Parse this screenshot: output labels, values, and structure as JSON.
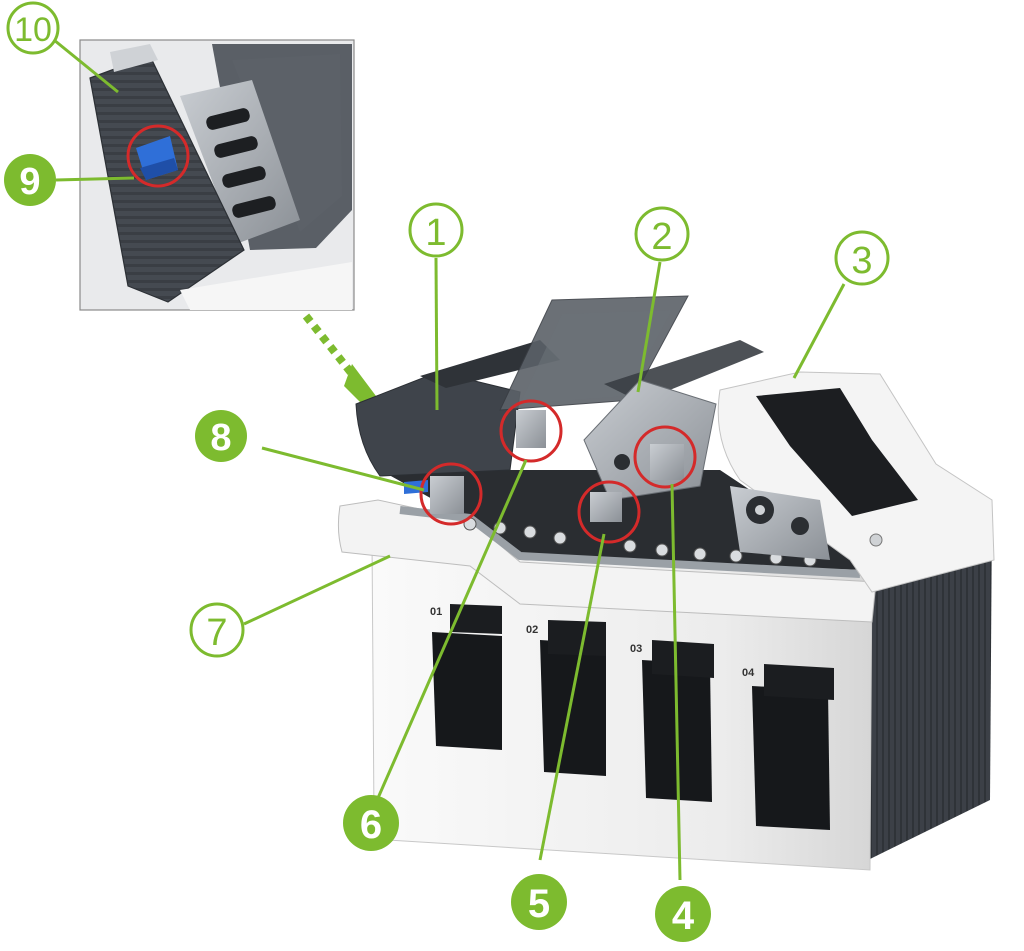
{
  "colors": {
    "accent_green": "#7dbb2f",
    "callout_red": "#d42a2a",
    "body_white": "#f4f4f4",
    "panel_dark": "#3f444b",
    "blue_lever": "#2f6fd8"
  },
  "diagram": {
    "bins": [
      {
        "label": "01"
      },
      {
        "label": "02"
      },
      {
        "label": "03"
      },
      {
        "label": "04"
      }
    ],
    "callouts": [
      {
        "number": "1",
        "style": "outline"
      },
      {
        "number": "2",
        "style": "outline"
      },
      {
        "number": "3",
        "style": "outline"
      },
      {
        "number": "4",
        "style": "filled"
      },
      {
        "number": "5",
        "style": "filled"
      },
      {
        "number": "6",
        "style": "filled"
      },
      {
        "number": "7",
        "style": "outline"
      },
      {
        "number": "8",
        "style": "filled"
      },
      {
        "number": "9",
        "style": "filled"
      },
      {
        "number": "10",
        "style": "outline"
      }
    ]
  }
}
